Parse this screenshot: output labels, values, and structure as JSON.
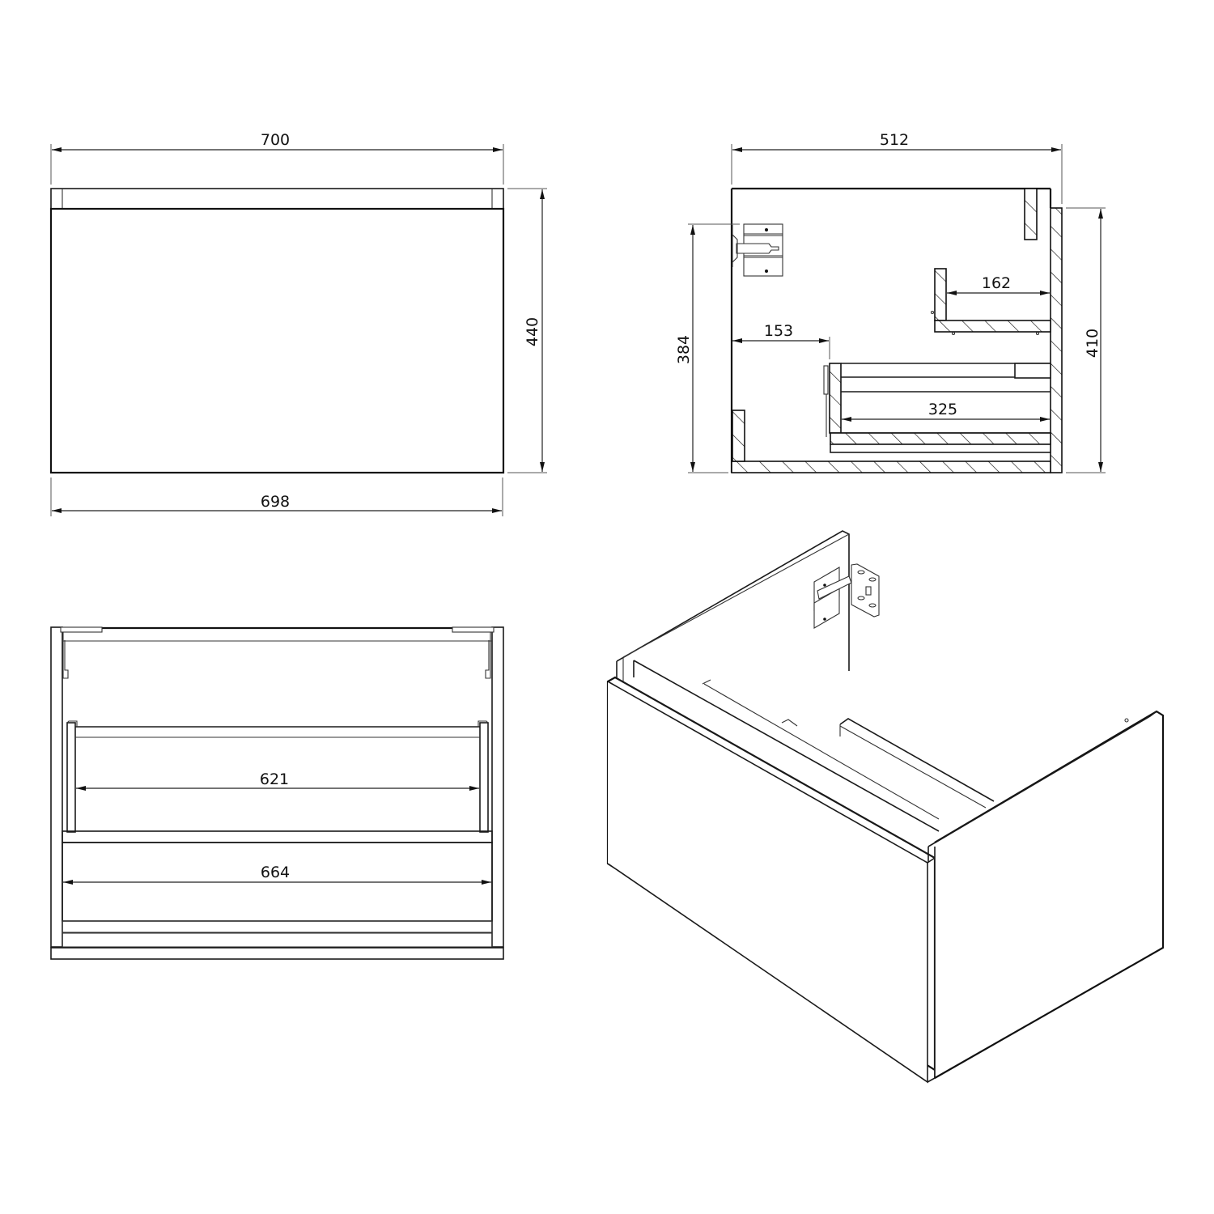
{
  "drawing": {
    "type": "technical-drawing",
    "subject": "wall-hung vanity cabinet with drawer",
    "units": "mm"
  },
  "views": {
    "front": {
      "dimensions": {
        "overall_width": "700",
        "front_width": "698",
        "height": "440"
      }
    },
    "side_section": {
      "dimensions": {
        "depth": "512",
        "side_height": "410",
        "front_to_bracket": "384",
        "drawer_setback": "153",
        "upper_cutout": "162",
        "drawer_inner_depth": "325"
      }
    },
    "rear_section": {
      "dimensions": {
        "drawer_inner_width": "621",
        "drawer_outer_width": "664"
      }
    },
    "isometric": {
      "label": ""
    }
  },
  "colors": {
    "line": "#111111",
    "background": "#ffffff"
  }
}
